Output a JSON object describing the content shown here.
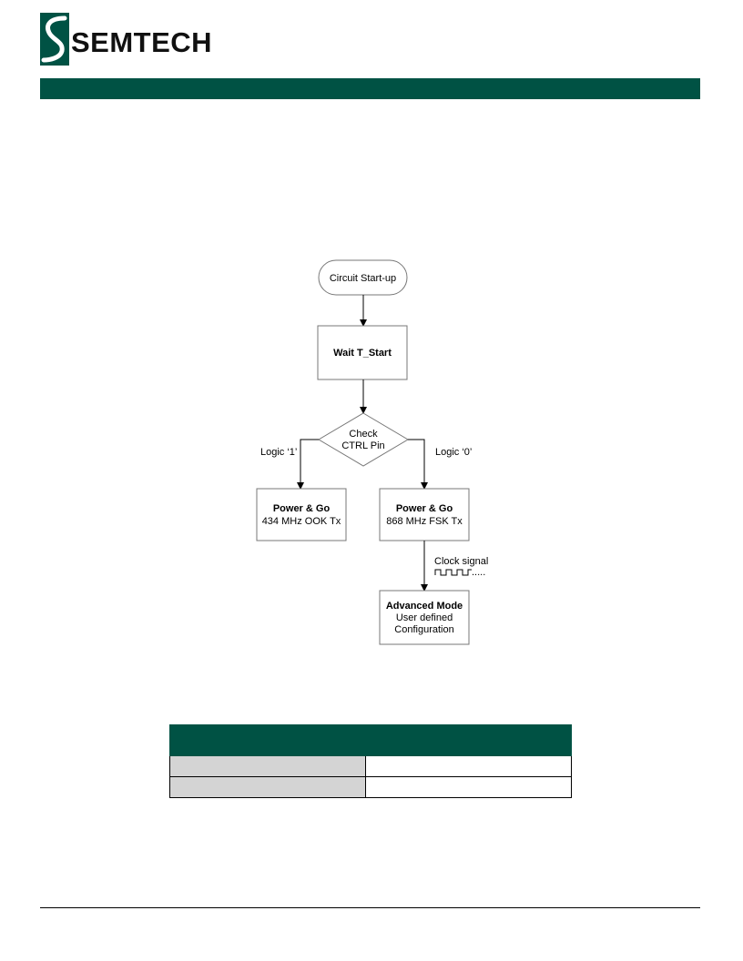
{
  "header": {
    "brand": "SEMTECH",
    "colors": {
      "brand_green": "#005244",
      "table_gray": "#d4d4d4"
    }
  },
  "flowchart": {
    "start": "Circuit Start-up",
    "wait": "Wait T_Start",
    "decision": [
      "Check",
      "CTRL Pin"
    ],
    "branch_left_label": "Logic ‘1’",
    "branch_right_label": "Logic ‘0’",
    "left_box": {
      "title": "Power & Go",
      "subtitle": "434 MHz OOK Tx"
    },
    "right_box": {
      "title": "Power & Go",
      "subtitle": "868 MHz FSK Tx"
    },
    "clock_label": "Clock signal",
    "clock_dots": ".....",
    "advanced_box": {
      "title": "Advanced Mode",
      "line2": "User defined",
      "line3": "Configuration"
    }
  },
  "table": {
    "headers": [
      "",
      ""
    ],
    "rows": [
      [
        "",
        ""
      ],
      [
        "",
        ""
      ]
    ]
  }
}
